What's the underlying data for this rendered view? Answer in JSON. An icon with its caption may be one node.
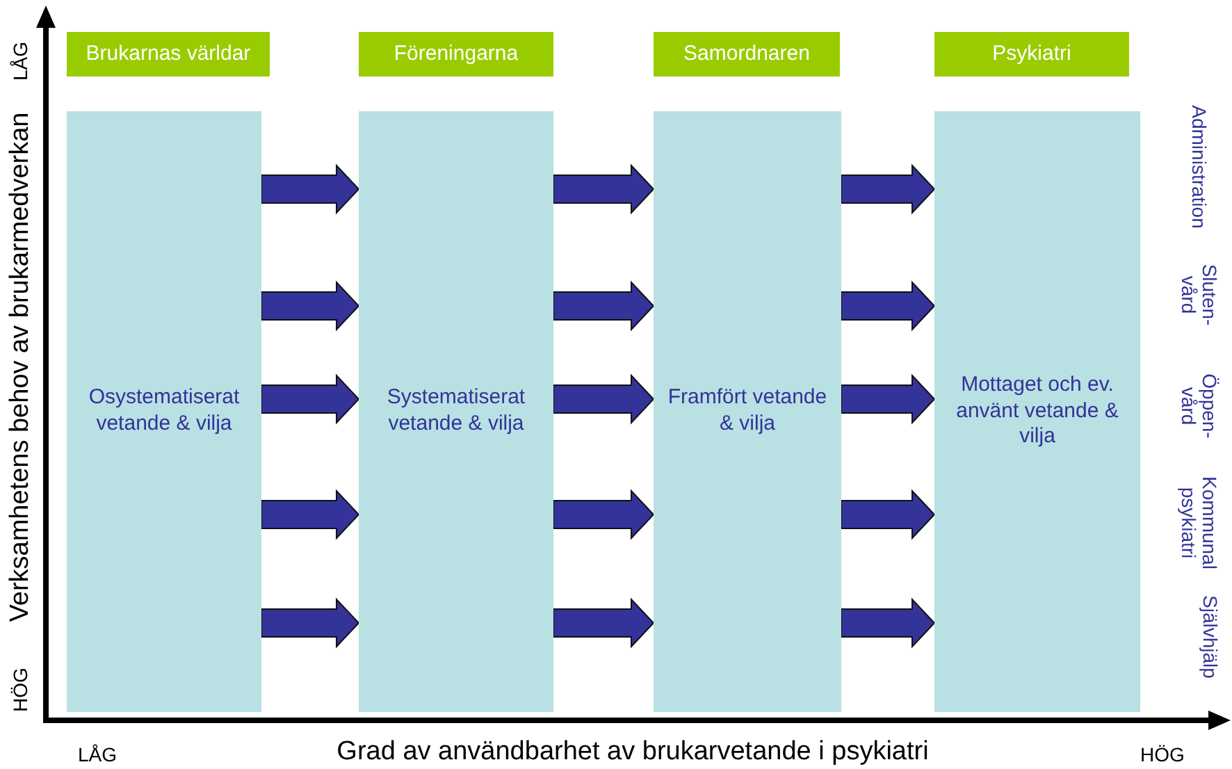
{
  "diagram": {
    "nodes": [
      {
        "text": [
          "Brukarnas världar"
        ]
      },
      {
        "text": [
          "Föreningarna"
        ]
      },
      {
        "text": [
          "Samordnaren"
        ]
      },
      {
        "text": [
          "Psykiatri"
        ]
      },
      {
        "text": [
          "Osystematiserat vetande & vilja"
        ]
      },
      {
        "text": [
          "Systematiserat vetande & vilja"
        ]
      },
      {
        "text": [
          "Framfört vetande & vilja"
        ]
      },
      {
        "text": [
          "Mottaget och ev. använt vetande & vilja"
        ]
      }
    ],
    "edges": [
      {
        "from": 4,
        "to": 5,
        "arrow": "to"
      },
      {
        "from": 4,
        "to": 5,
        "arrow": "to"
      },
      {
        "from": 4,
        "to": 5,
        "arrow": "to"
      },
      {
        "from": 4,
        "to": 5,
        "arrow": "to"
      },
      {
        "from": 4,
        "to": 5,
        "arrow": "to"
      },
      {
        "from": 5,
        "to": 6,
        "arrow": "to"
      },
      {
        "from": 5,
        "to": 6,
        "arrow": "to"
      },
      {
        "from": 5,
        "to": 6,
        "arrow": "to"
      },
      {
        "from": 5,
        "to": 6,
        "arrow": "to"
      },
      {
        "from": 5,
        "to": 6,
        "arrow": "to"
      },
      {
        "from": 6,
        "to": 7,
        "arrow": "to"
      },
      {
        "from": 6,
        "to": 7,
        "arrow": "to"
      },
      {
        "from": 6,
        "to": 7,
        "arrow": "to"
      },
      {
        "from": 6,
        "to": 7,
        "arrow": "to"
      },
      {
        "from": 6,
        "to": 7,
        "arrow": "to"
      }
    ],
    "labels": [
      "LÅG",
      "Verksamhetens behov av brukarmedverkan",
      "HÖG",
      "Administration",
      "Sluten- vård",
      "Öppen- vård",
      "Kommunal psykiatri",
      "Självhjälp",
      "LÅG",
      "Grad av användbarhet av brukarvetande i psykiatri",
      "HÖG"
    ]
  }
}
